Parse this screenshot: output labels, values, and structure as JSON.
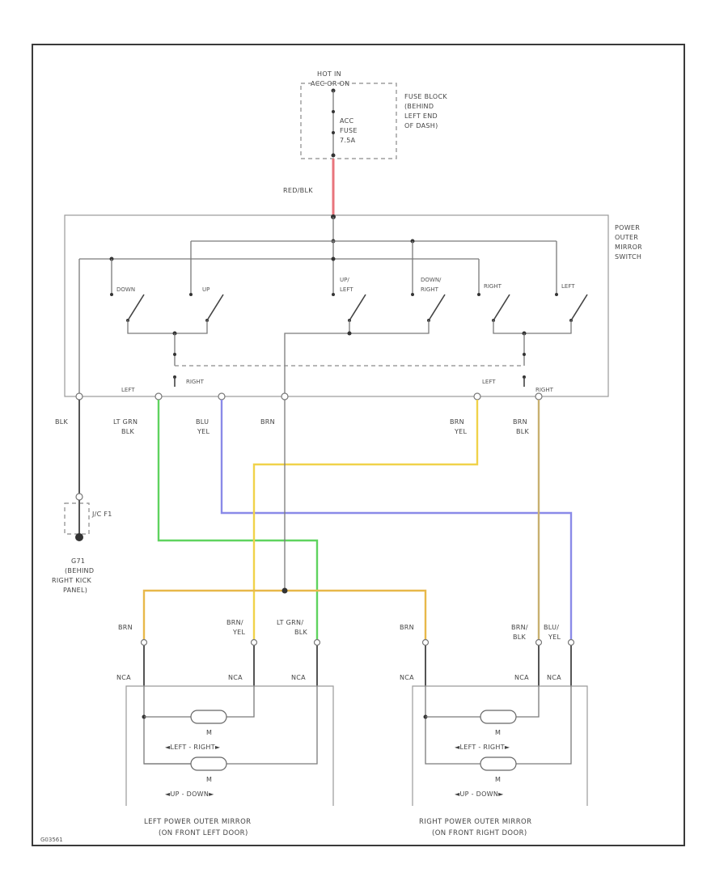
{
  "fuse_block": {
    "hot_label_1": "HOT IN",
    "hot_label_2": "ACC OR ON",
    "fuse_name": "ACC",
    "fuse_label": "FUSE",
    "fuse_rating": "7.5A",
    "location": [
      "FUSE BLOCK",
      "(BEHIND",
      "LEFT END",
      "OF DASH)"
    ]
  },
  "feed_wire": {
    "color_code": "RED/BLK",
    "color_hex": "#e8747c"
  },
  "switch": {
    "name": [
      "POWER",
      "OUTER",
      "MIRROR",
      "SWITCH"
    ],
    "contacts": [
      "DOWN",
      "UP",
      "UP/",
      "LEFT",
      "DOWN/",
      "RIGHT",
      "RIGHT",
      "LEFT"
    ],
    "selector_left": "LEFT",
    "selector_arrow": "RIGHT",
    "selector_arrow_left": "LEFT",
    "selector_right": "RIGHT"
  },
  "wires": {
    "blk": "BLK",
    "lt_grn_blk": [
      "LT GRN",
      "BLK"
    ],
    "blu_yel": [
      "BLU",
      "YEL"
    ],
    "brn": "BRN",
    "brn_yel": [
      "BRN",
      "YEL"
    ],
    "brn_blk": [
      "BRN",
      "BLK"
    ],
    "colors": {
      "green": "#5fd35f",
      "blue": "#8a8ae8",
      "yellow": "#f0d24a",
      "tan": "#c8b070",
      "orange": "#e8b84a"
    }
  },
  "ground": {
    "connector": "J/C F1",
    "location": [
      "G71",
      "(BEHIND",
      "RIGHT KICK",
      "PANEL)"
    ]
  },
  "mirror_terminals": {
    "left": [
      {
        "wire": [
          "BRN"
        ],
        "nca": "NCA"
      },
      {
        "wire": [
          "BRN/",
          "YEL"
        ],
        "nca": "NCA"
      },
      {
        "wire": [
          "LT GRN/",
          "BLK"
        ],
        "nca": "NCA"
      }
    ],
    "right": [
      {
        "wire": [
          "BRN"
        ],
        "nca": "NCA"
      },
      {
        "wire": [
          "BRN/",
          "BLK"
        ],
        "nca": "NCA"
      },
      {
        "wire": [
          "BLU/",
          "YEL"
        ],
        "nca": "NCA"
      }
    ]
  },
  "motors": {
    "letter": "M",
    "lr_label": "◄LEFT - RIGHT►",
    "ud_label": "◄UP - DOWN►"
  },
  "mirrors": {
    "left": [
      "LEFT POWER OUTER MIRROR",
      "(ON FRONT LEFT DOOR)"
    ],
    "right": [
      "RIGHT POWER OUTER MIRROR",
      "(ON FRONT RIGHT DOOR)"
    ]
  },
  "figure_id": "G03561"
}
